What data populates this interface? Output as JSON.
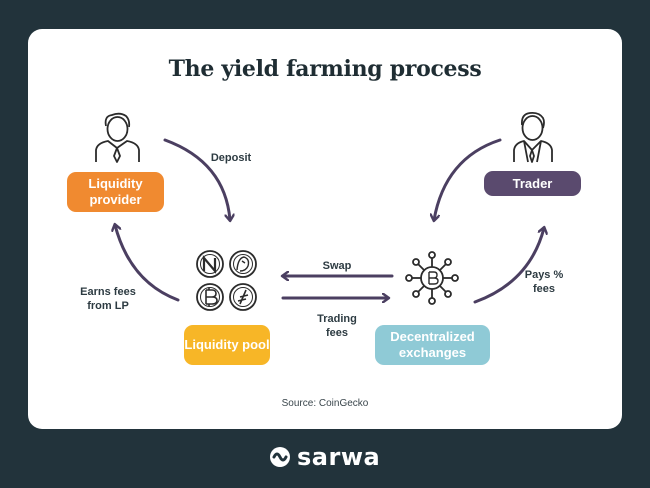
{
  "title": "The yield farming process",
  "nodes": {
    "liquidity_provider": "Liquidity provider",
    "trader": "Trader",
    "liquidity_pool": "Liquidity pool",
    "decentralized_exchanges": "Decentralized exchanges"
  },
  "edges": {
    "deposit": "Deposit",
    "swap": "Swap",
    "trading_fees": "Trading fees",
    "earns_fees": "Earns fees from LP",
    "pays_fees": "Pays % fees"
  },
  "source": "Source: CoinGecko",
  "brand": "sarwa",
  "colors": {
    "background": "#22333b",
    "liquidity_provider": "#f08a30",
    "trader": "#5a4a6e",
    "liquidity_pool": "#f7b627",
    "decentralized_exchanges": "#8fcad6",
    "arrows": "#4b3f61"
  },
  "icons": [
    "person-icon",
    "businessman-icon",
    "crypto-coins-icon",
    "blockchain-network-icon",
    "sarwa-logo-icon"
  ]
}
